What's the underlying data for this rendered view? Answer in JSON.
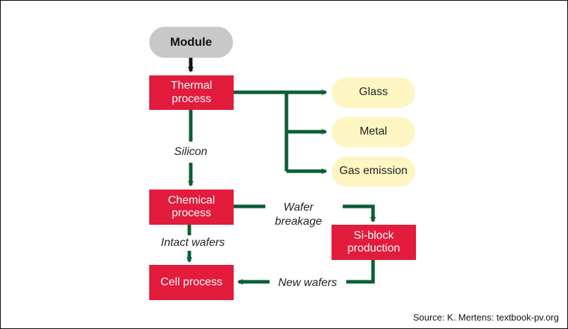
{
  "nodes": {
    "module": "Module",
    "thermal": [
      "Thermal",
      "process"
    ],
    "chemical": [
      "Chemical",
      "process"
    ],
    "cell": "Cell process",
    "siblock": [
      "Si-block",
      "production"
    ],
    "glass": "Glass",
    "metal": "Metal",
    "gas": "Gas emission"
  },
  "labels": {
    "silicon": "Silicon",
    "wafer_breakage": [
      "Wafer",
      "breakage"
    ],
    "intact_wafers": "Intact wafers",
    "new_wafers": "New wafers"
  },
  "colors": {
    "process_red": "#e31b3c",
    "output_yellow": "#fdf6c3",
    "start_gray": "#c8c8c8",
    "arrow_green": "#0b5e35"
  },
  "source": "Source: K. Mertens: textbook-pv.org"
}
